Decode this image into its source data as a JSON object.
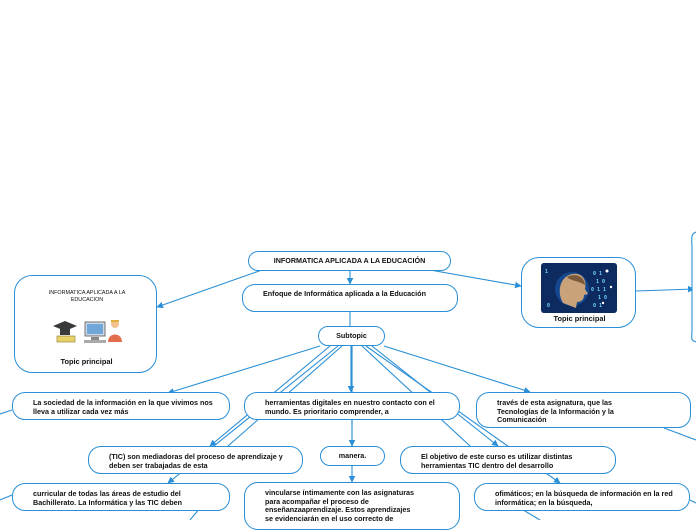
{
  "colors": {
    "line": "#2a8fd6",
    "border": "#2a8fd6",
    "text": "#111111",
    "background": "#ffffff"
  },
  "nodes": {
    "root": "INFORMATICA APLICADA A LA EDUCACIÓN",
    "enfoque": "Enfoque de Informática aplicada a la Educación",
    "subtopic": "Subtopic",
    "topic_left": {
      "image_title": "INFORMATICA APLICADA A LA EDUCACION",
      "caption": "Topic principal",
      "icon": "education-clipart-icon"
    },
    "topic_right": {
      "caption": "Topic principal",
      "icon": "digital-ai-head-icon"
    },
    "sociedad": "La sociedad de la información en la que vivimos nos lleva a utilizar cada vez más",
    "herramientas": "herramientas digitales en nuestro contacto con el mundo. Es prioritario comprender, a",
    "traves": "través de esta asignatura, que las Tecnologías de la Información y la Comunicación",
    "tic": "(TIC) son mediadoras del proceso de aprendizaje y deben ser trabajadas de esta",
    "manera": "manera.",
    "objetivo": "El objetivo de este curso es utilizar distintas herramientas TIC dentro del desarrollo",
    "curricular": "curricular de todas las áreas de estudio del Bachillerato. La Informática y las TIC deben",
    "vincularse": "vincularse íntimamente con las asignaturas para acompañar el proceso de enseñanzaaprendizaje. Estos aprendizajes se evidenciarán en el uso correcto de",
    "ofimaticos": "ofimáticos; en la búsqueda de información en la red informática; en la búsqueda,"
  }
}
